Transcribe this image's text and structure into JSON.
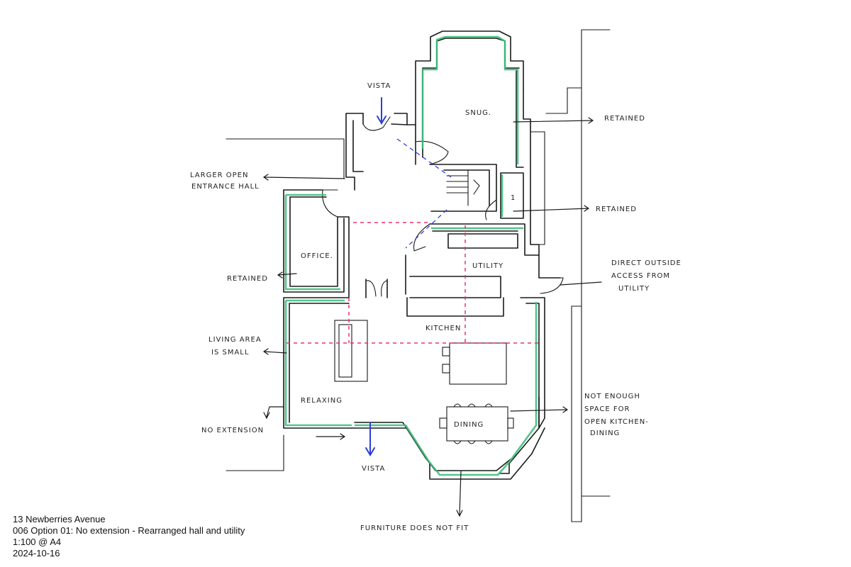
{
  "title_block": {
    "project": "13 Newberries Avenue",
    "drawing": "006 Option 01: No extension - Rearranged hall and utility",
    "scale": "1:100  @ A4",
    "date": "2024-10-16"
  },
  "rooms": {
    "snug": "SNUG.",
    "office": "OFFICE.",
    "utility": "UTILITY",
    "kitchen": "KITCHEN",
    "relaxing": "RELAXING",
    "dining": "DINING",
    "wc": "1"
  },
  "annotations": {
    "vista_top": "VISTA",
    "vista_bottom": "VISTA",
    "retained_snug": "RETAINED",
    "retained_wc": "RETAINED",
    "retained_office": "RETAINED",
    "entrance_hall_1": "LARGER OPEN",
    "entrance_hall_2": "ENTRANCE HALL",
    "outside_access_1": "DIRECT OUTSIDE",
    "outside_access_2": "ACCESS FROM",
    "outside_access_3": "UTILITY",
    "living_small_1": "LIVING AREA",
    "living_small_2": "IS SMALL",
    "no_extension": "NO EXTENSION",
    "not_enough_1": "NOT ENOUGH",
    "not_enough_2": "SPACE FOR",
    "not_enough_3": "OPEN KITCHEN-",
    "not_enough_4": "DINING",
    "furniture": "FURNITURE DOES NOT FIT"
  },
  "colors": {
    "retained_outline": "#3fbf7f",
    "vista_arrow": "#2b3fd6",
    "zone_divider": "#e8336b",
    "ink": "#1a1a1a"
  }
}
